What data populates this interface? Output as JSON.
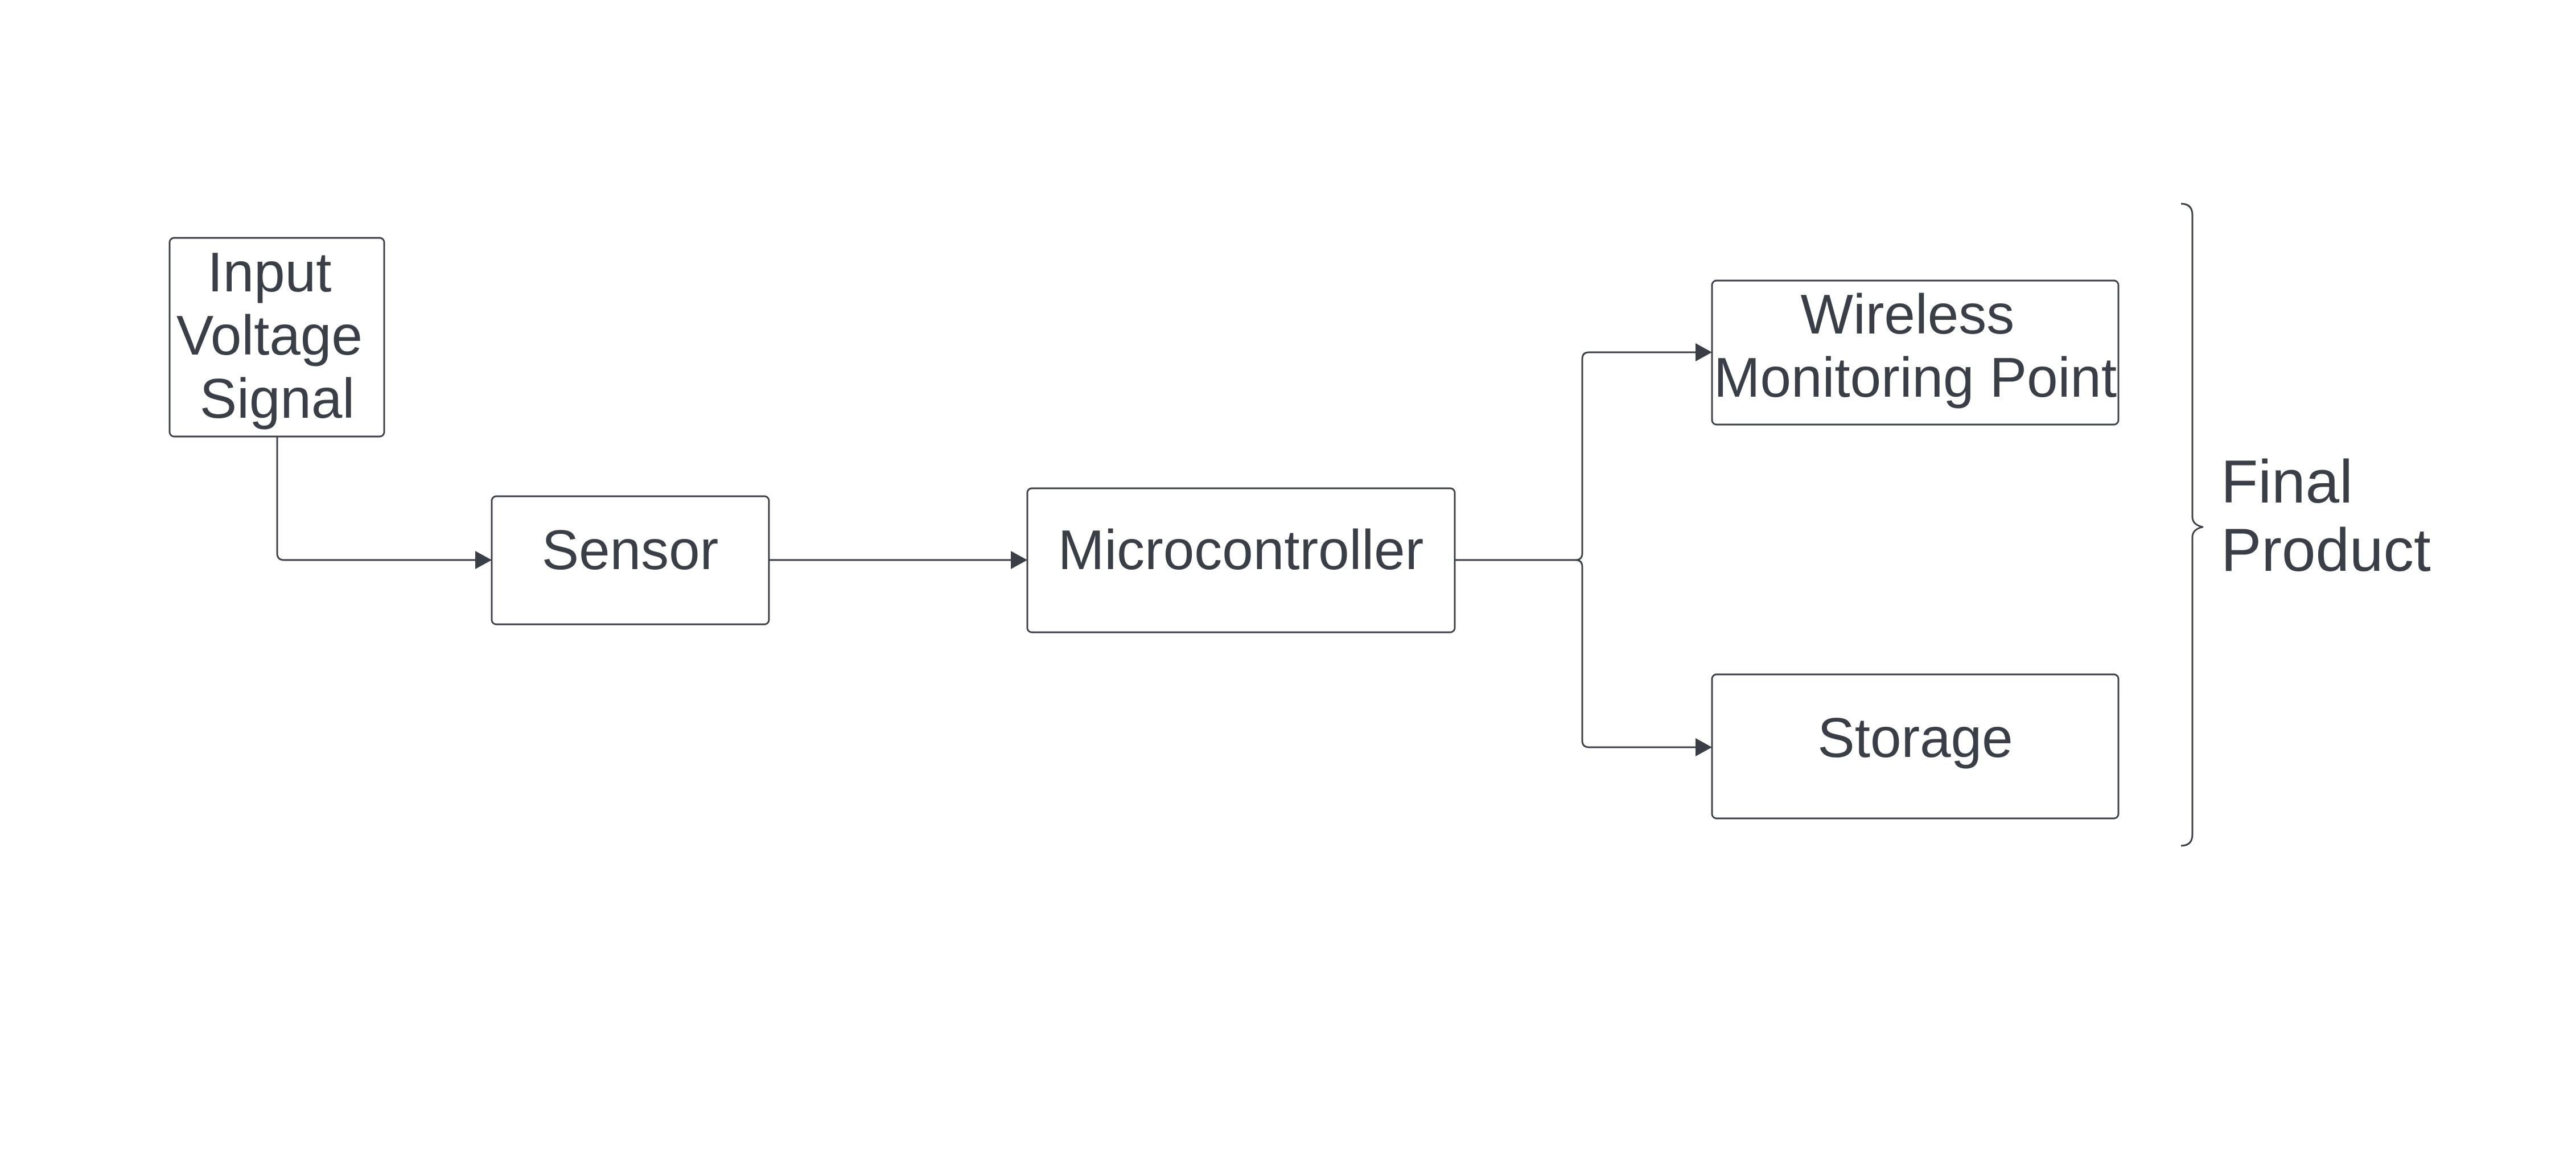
{
  "diagram": {
    "nodes": {
      "input_signal": {
        "lines": [
          "Input",
          "Voltage",
          "Signal"
        ]
      },
      "sensor": {
        "lines": [
          "Sensor"
        ]
      },
      "microcontroller": {
        "lines": [
          "Microcontroller"
        ]
      },
      "wireless": {
        "lines": [
          "Wireless",
          "Monitoring Point"
        ]
      },
      "storage": {
        "lines": [
          "Storage"
        ]
      }
    },
    "edges": [
      {
        "from": "input_signal",
        "to": "sensor"
      },
      {
        "from": "sensor",
        "to": "microcontroller"
      },
      {
        "from": "microcontroller",
        "to": "wireless"
      },
      {
        "from": "microcontroller",
        "to": "storage"
      }
    ],
    "group": {
      "members": [
        "wireless",
        "storage"
      ],
      "lines": [
        "Final",
        "Product"
      ]
    },
    "colors": {
      "stroke": "#3a3e47",
      "text": "#3a3e47",
      "background": "#ffffff"
    }
  }
}
